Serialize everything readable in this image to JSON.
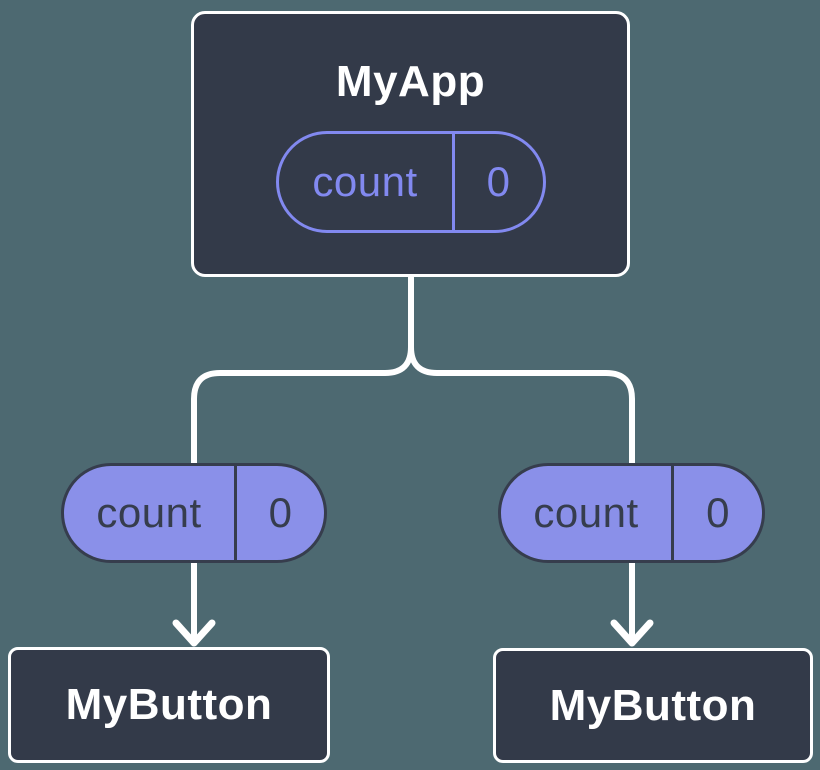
{
  "palette": {
    "background": "#4d6971",
    "node_fill": "#333a49",
    "node_border": "#ffffff",
    "node_text": "#ffffff",
    "prop_outline_accent": "#8289f0",
    "prop_fill": "#8a90e9",
    "prop_dark_accent": "#363d4d",
    "connector": "#ffffff"
  },
  "diagram": {
    "root": {
      "label": "MyApp",
      "prop": {
        "name": "count",
        "value": "0"
      }
    },
    "children": [
      {
        "label": "MyButton",
        "prop": {
          "name": "count",
          "value": "0"
        }
      },
      {
        "label": "MyButton",
        "prop": {
          "name": "count",
          "value": "0"
        }
      }
    ]
  }
}
